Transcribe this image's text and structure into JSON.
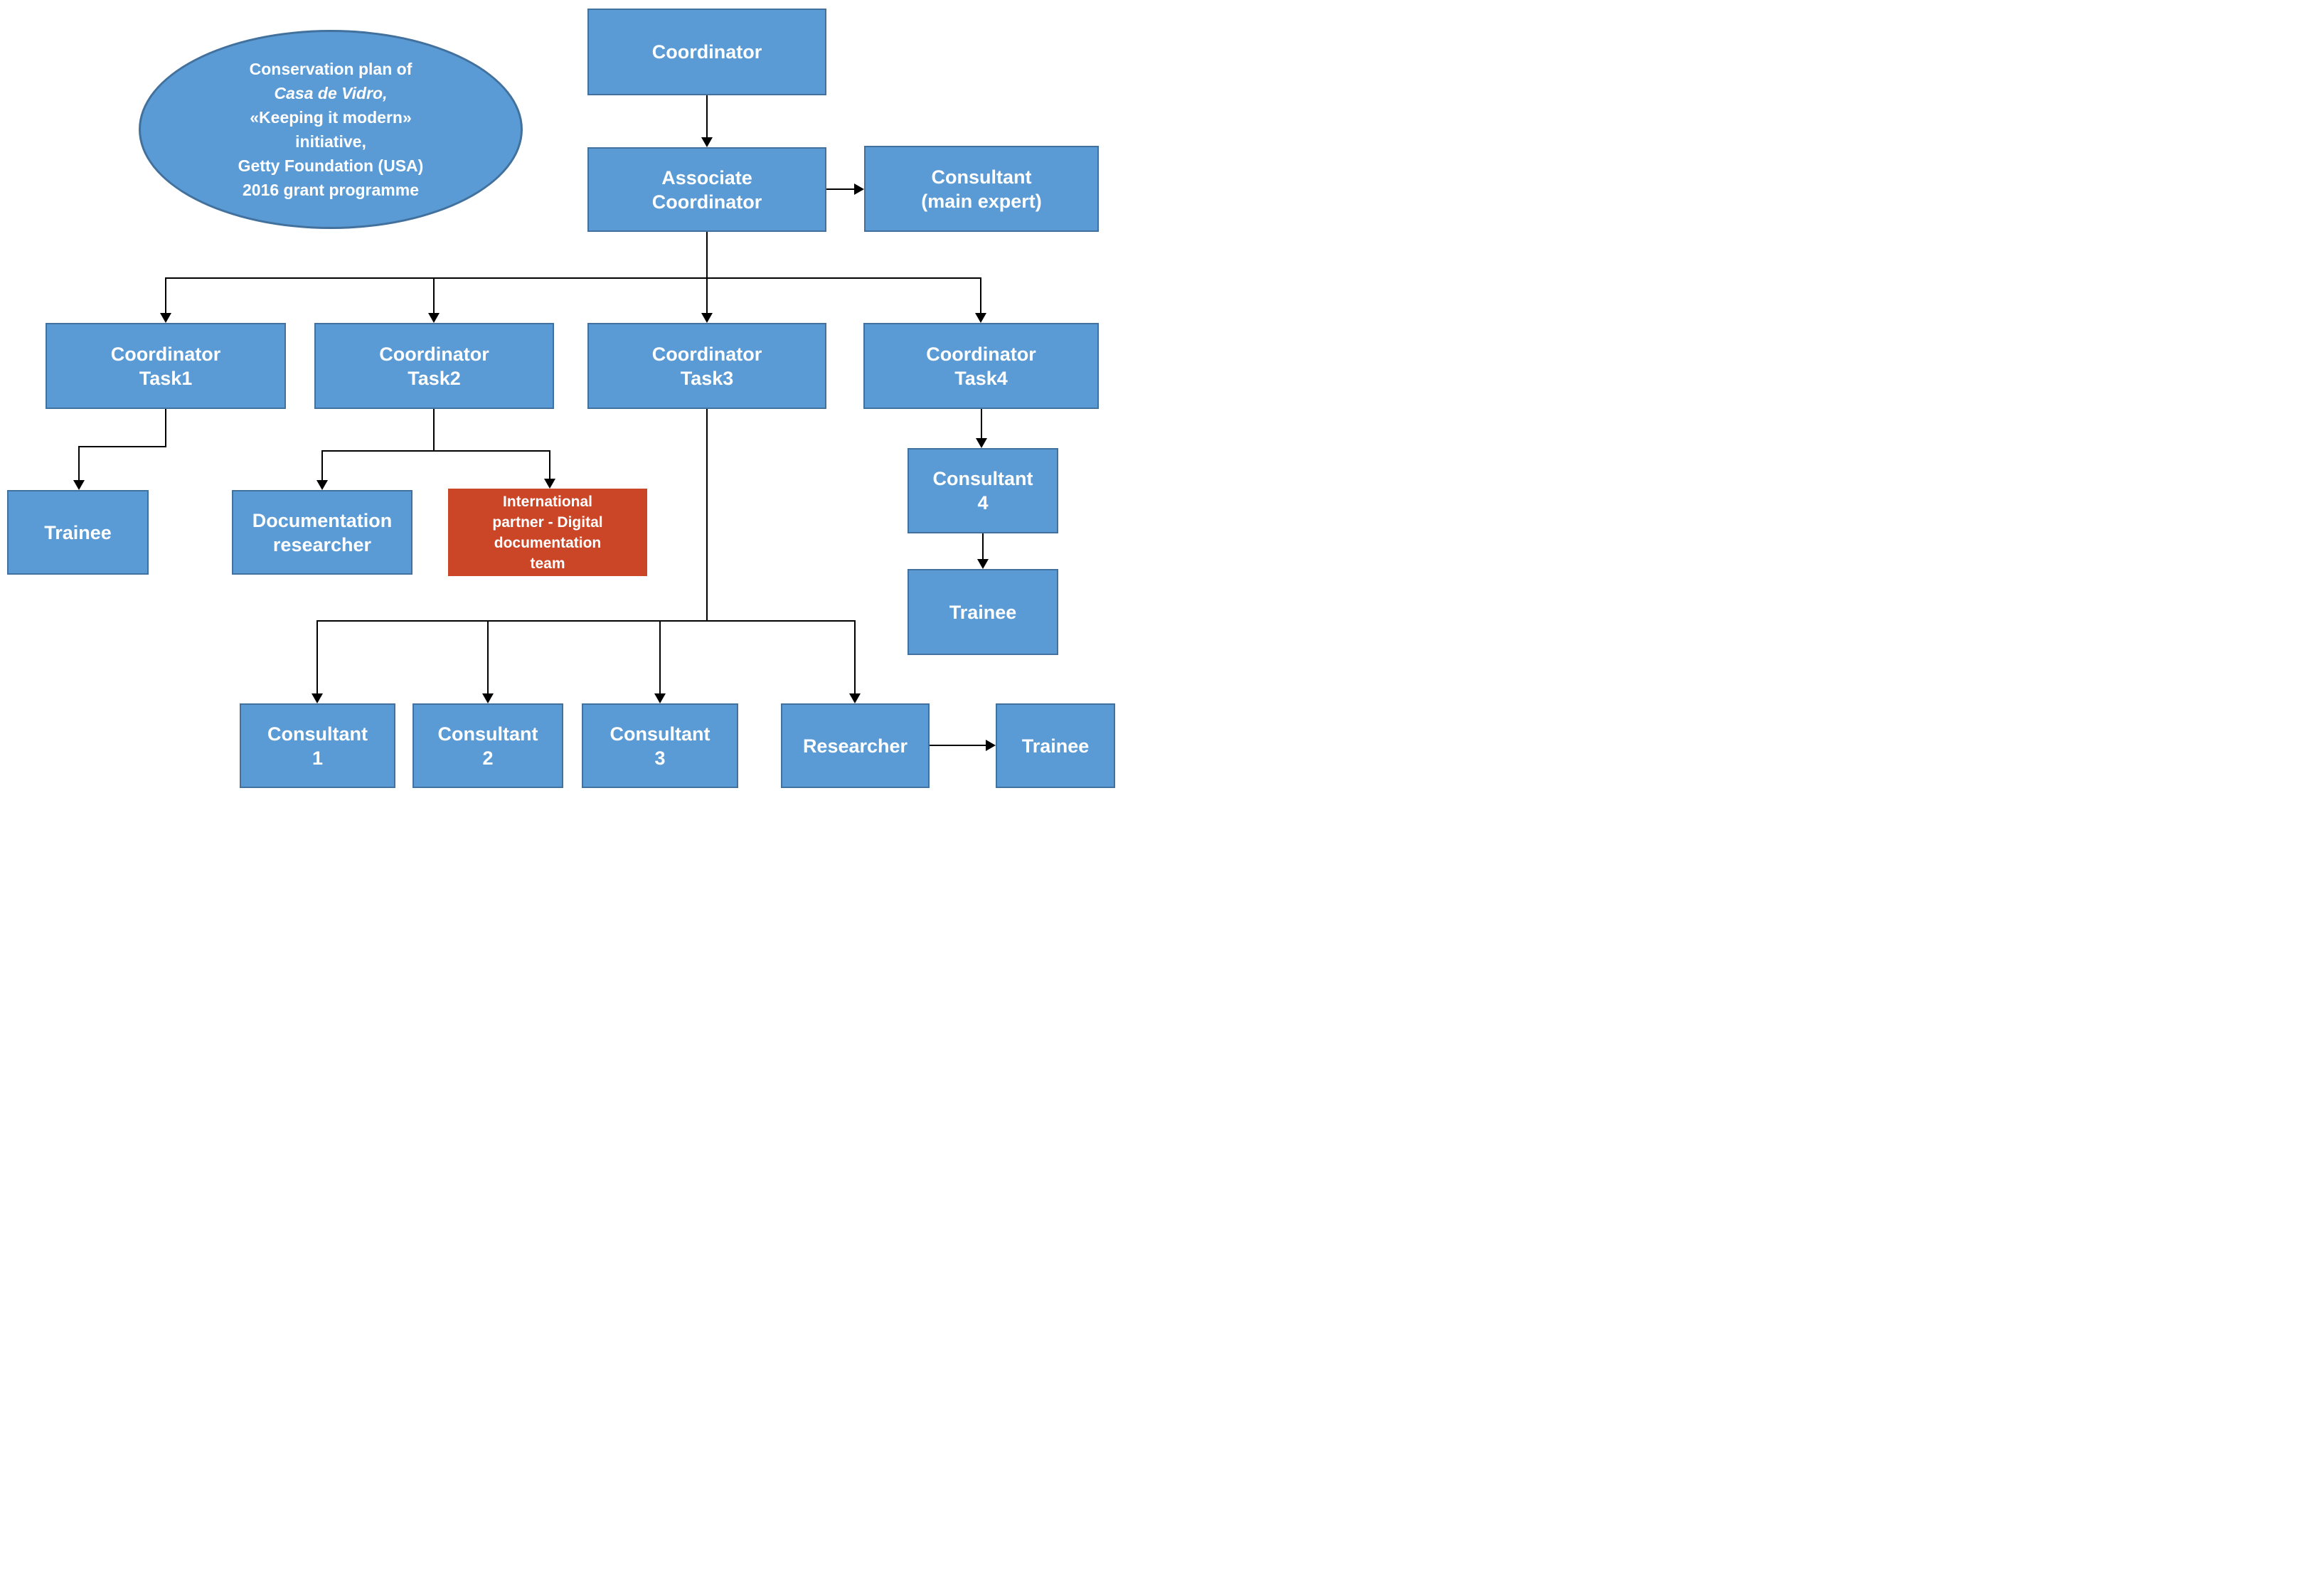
{
  "ellipse": {
    "lines": [
      "Conservation plan of",
      "Casa de Vidro,",
      "«Keeping it modern»",
      "initiative,",
      "Getty Foundation (USA)",
      "2016 grant programme"
    ]
  },
  "nodes": {
    "coordinator": "Coordinator",
    "associate_coordinator": "Associate\nCoordinator",
    "consultant_main": "Consultant\n(main expert)",
    "task1": "Coordinator\nTask1",
    "task2": "Coordinator\nTask2",
    "task3": "Coordinator\nTask3",
    "task4": "Coordinator\nTask4",
    "trainee_task1": "Trainee",
    "documentation_researcher": "Documentation\nresearcher",
    "international_partner": "International\npartner - Digital\ndocumentation\nteam",
    "consultant_4": "Consultant\n4",
    "trainee_task4": "Trainee",
    "consultant_1": "Consultant\n1",
    "consultant_2": "Consultant\n2",
    "consultant_3": "Consultant\n3",
    "researcher": "Researcher",
    "trainee_researcher": "Trainee"
  },
  "colors": {
    "node_fill": "#5B9BD5",
    "node_border": "#41719C",
    "highlight_fill": "#CB4627",
    "node_text": "#FFFFFF",
    "connector": "#000000",
    "background": "#FFFFFF"
  }
}
